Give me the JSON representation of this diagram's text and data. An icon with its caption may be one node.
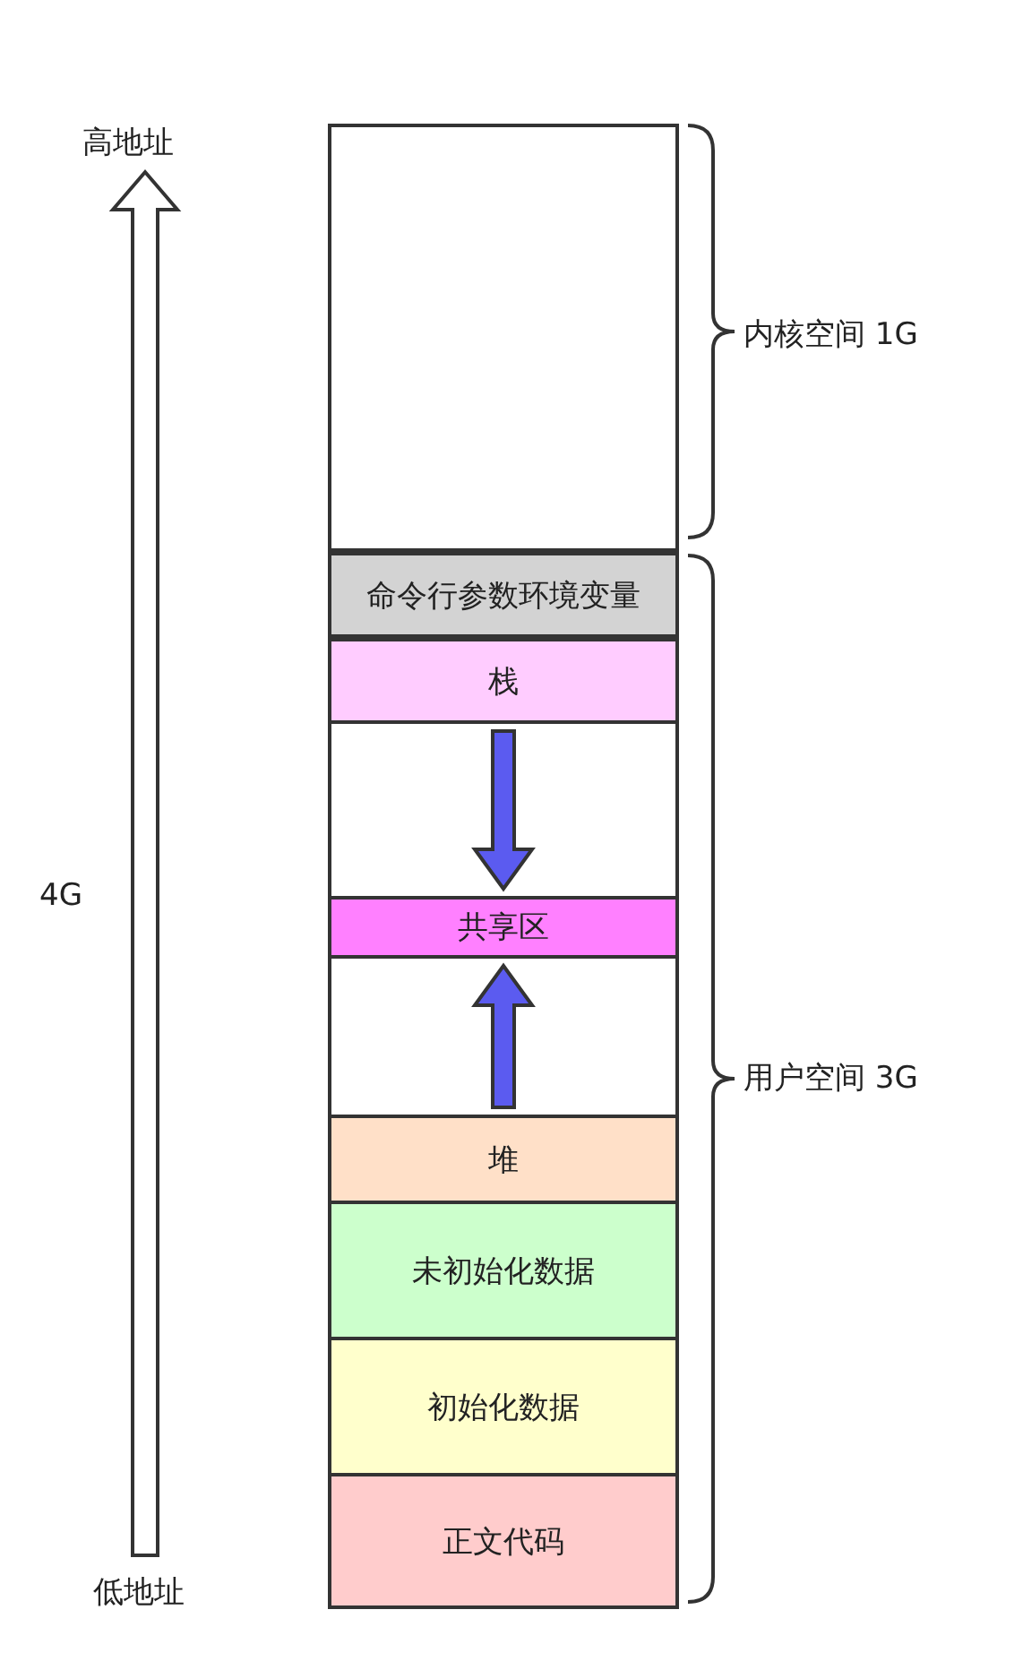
{
  "diagram": {
    "nodes": [
      {
        "text": [],
        "shape": "box"
      },
      {
        "text": [
          "命令行参数环境变量"
        ]
      },
      {
        "text": [
          "栈"
        ]
      },
      {
        "text": [],
        "shape": "box"
      },
      {
        "text": [
          "共享区"
        ]
      },
      {
        "text": [],
        "shape": "box"
      },
      {
        "text": [
          "堆"
        ]
      },
      {
        "text": [
          "未初始化数据"
        ]
      },
      {
        "text": [
          "初始化数据"
        ]
      },
      {
        "text": [
          "正文代码"
        ]
      }
    ],
    "edges": [
      {
        "from": 2,
        "to": 4,
        "arrow": "to"
      },
      {
        "from": 6,
        "to": 4,
        "arrow": "to"
      }
    ],
    "labels": [
      "高地址",
      "4G",
      "低地址",
      "内核空间 1G",
      "用户空间 3G"
    ]
  }
}
